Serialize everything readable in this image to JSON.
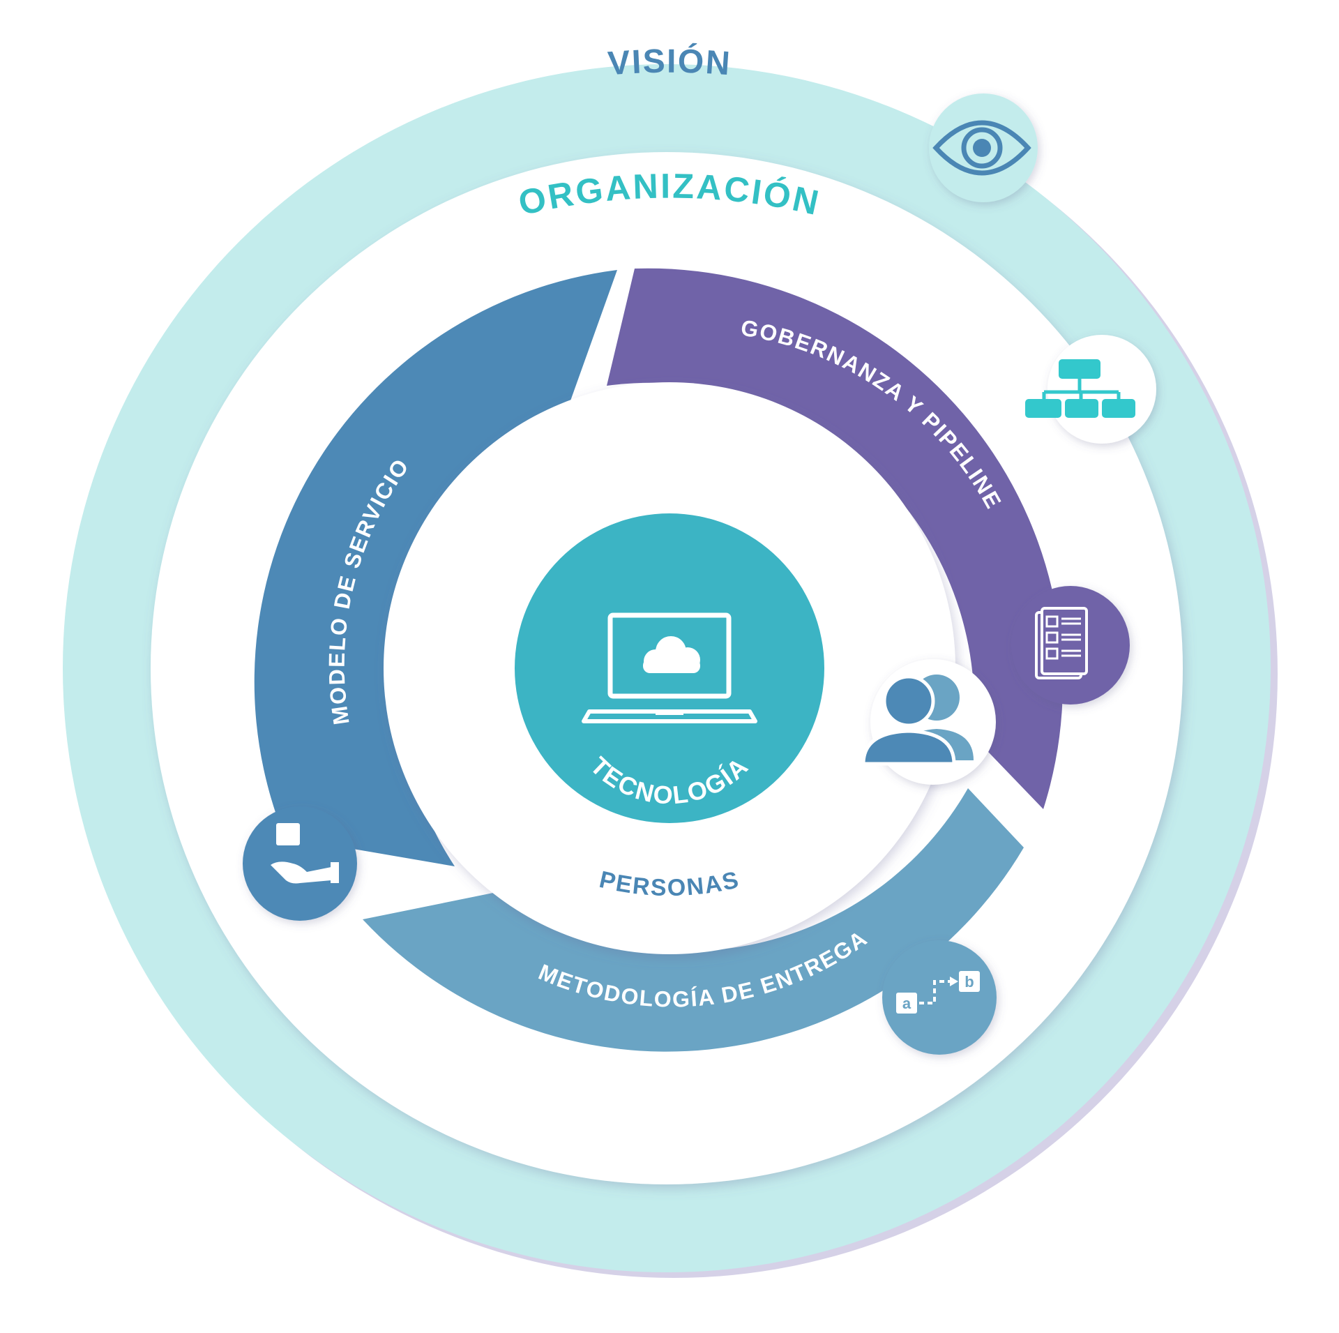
{
  "labels": {
    "vision": "VISIÓN",
    "organizacion": "ORGANIZACIÓN",
    "gobernanza": "GOBERNANZA Y PIPELINE",
    "modelo": "MODELO DE SERVICIO",
    "metodologia": "METODOLOGÍA DE ENTREGA",
    "personas": "PERSONAS",
    "tecnologia": "TECNOLOGÍA"
  },
  "icon_glyphs": {
    "step_a": "a",
    "step_b": "b"
  },
  "icons": {
    "vision": "eye-icon",
    "gobernanza": "org-chart-icon",
    "pipeline": "checklist-document-icon",
    "personas": "users-icon",
    "modelo": "hand-box-icon",
    "metodologia": "a-to-b-flow-icon",
    "tecnologia": "laptop-cloud-icon"
  },
  "colors": {
    "outer_ring": "#c3ecec",
    "outer_ring_shadow": "#a8a0cc",
    "org_ring": "#ffffff",
    "gobernanza": "#7063a8",
    "modelo": "#4d89b6",
    "metodologia": "#6aa4c4",
    "tecnologia": "#3cb4c4",
    "vision_text": "#4a86b4",
    "organizacion_text": "#33c0c4",
    "personas_text": "#4a86b4",
    "org_icon": "#33c8cc"
  }
}
